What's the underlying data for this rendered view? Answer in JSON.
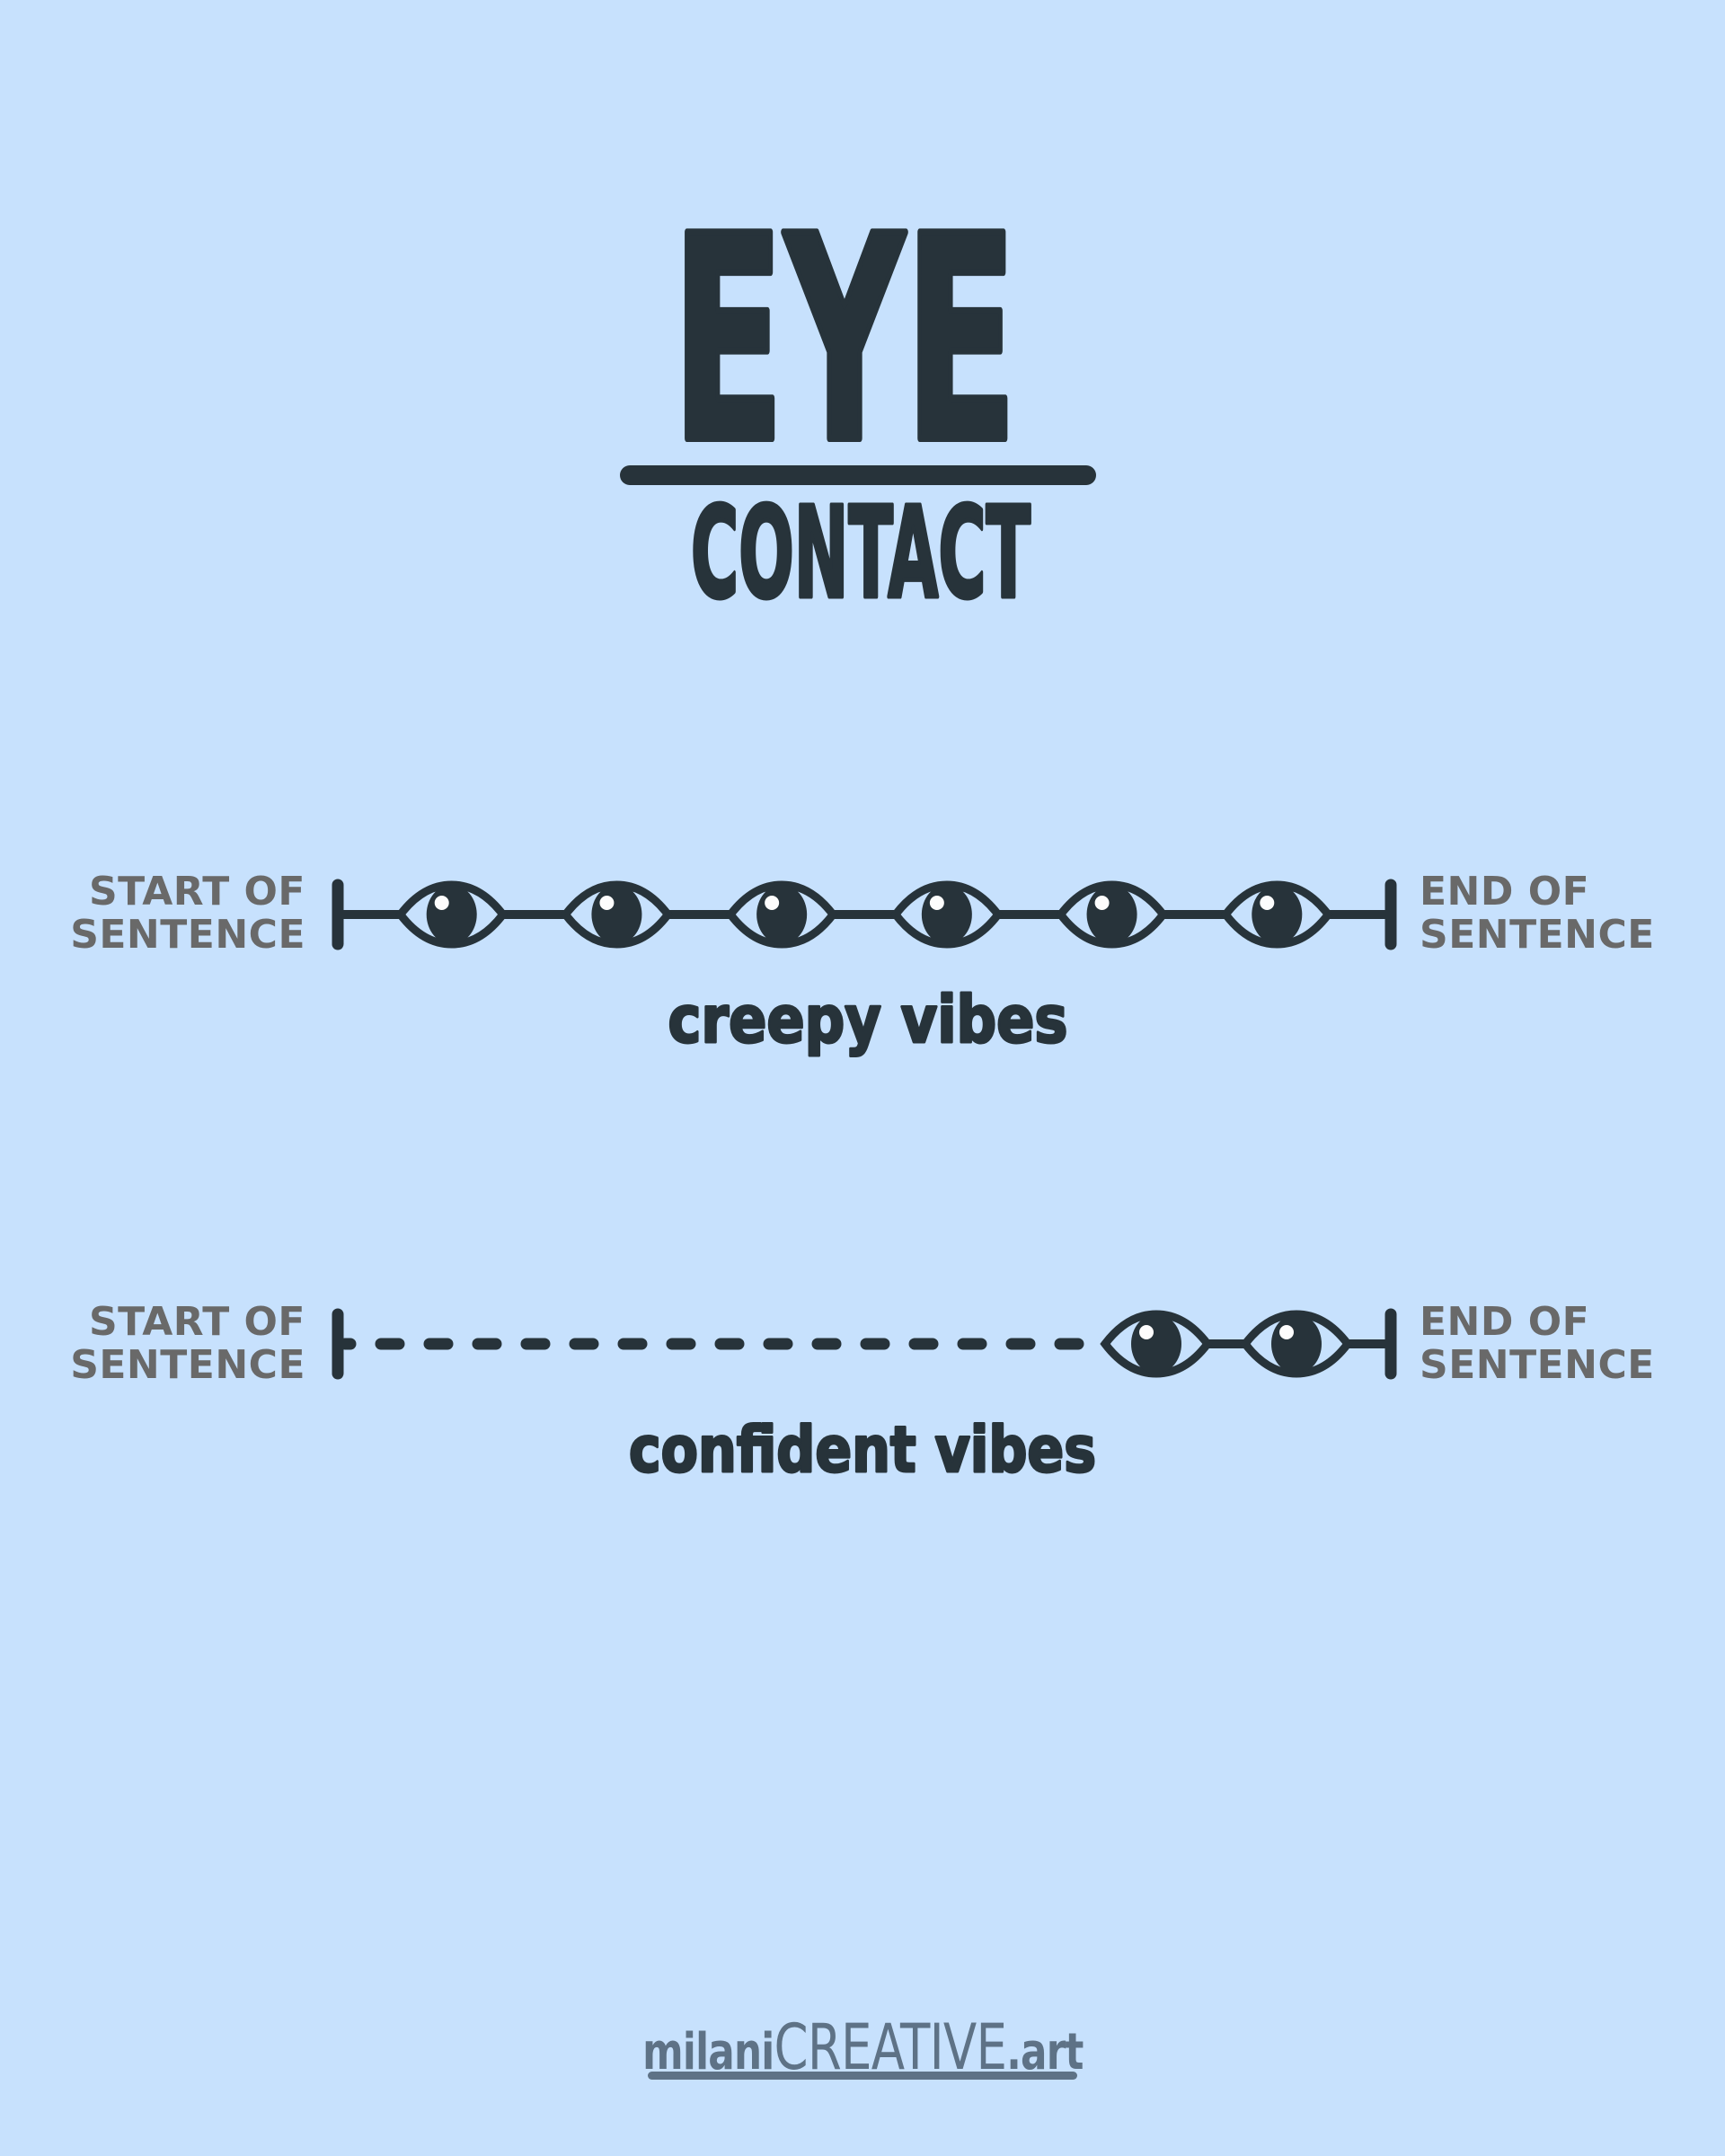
{
  "page": {
    "background_color": "#c7e1fd",
    "ink_color": "#27333a",
    "label_color": "#696969",
    "footer_color": "#5e7286",
    "eye_highlight_color": "#fdfdfd"
  },
  "title": {
    "line1": "EYE",
    "line2": "CONTACT"
  },
  "rows": [
    {
      "start_label": [
        "START OF",
        "SENTENCE"
      ],
      "end_label": [
        "END OF",
        "SENTENCE"
      ],
      "caption": "creepy vibes",
      "line_style": "solid",
      "eye_count": 6
    },
    {
      "start_label": [
        "START OF",
        "SENTENCE"
      ],
      "end_label": [
        "END OF",
        "SENTENCE"
      ],
      "caption": "confident vibes",
      "line_style": "dashed",
      "eye_count": 2
    }
  ],
  "footer": {
    "brand_prefix": "milani",
    "brand_mid": "CREATIVE",
    "brand_suffix": ".art"
  }
}
